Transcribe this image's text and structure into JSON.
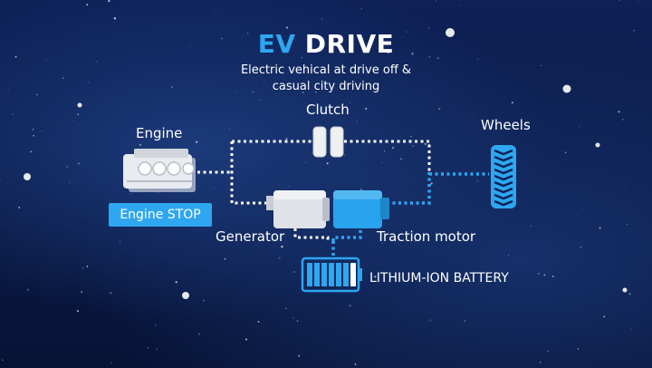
{
  "title": {
    "ev": "EV",
    "drive": "DRIVE"
  },
  "subtitle": {
    "line1": "Electric vehical at drive off &",
    "line2": "casual city driving"
  },
  "components": {
    "clutch": "Clutch",
    "engine": "Engine",
    "engine_status": "Engine STOP",
    "wheels": "Wheels",
    "generator": "Generator",
    "traction_motor": "Traction motor",
    "battery": "LITHIUM-ION BATTERY"
  },
  "colors": {
    "background": "#0b1c4a",
    "accent": "#2ea6f0",
    "inactive_link": "#ffffff",
    "component_gray": "#d8dce3"
  },
  "icons": {
    "engine": "engine-icon",
    "clutch": "clutch-icon",
    "wheels": "tire-icon",
    "generator": "generator-icon",
    "traction_motor": "motor-icon",
    "battery": "battery-icon"
  },
  "battery_level": 0.9
}
